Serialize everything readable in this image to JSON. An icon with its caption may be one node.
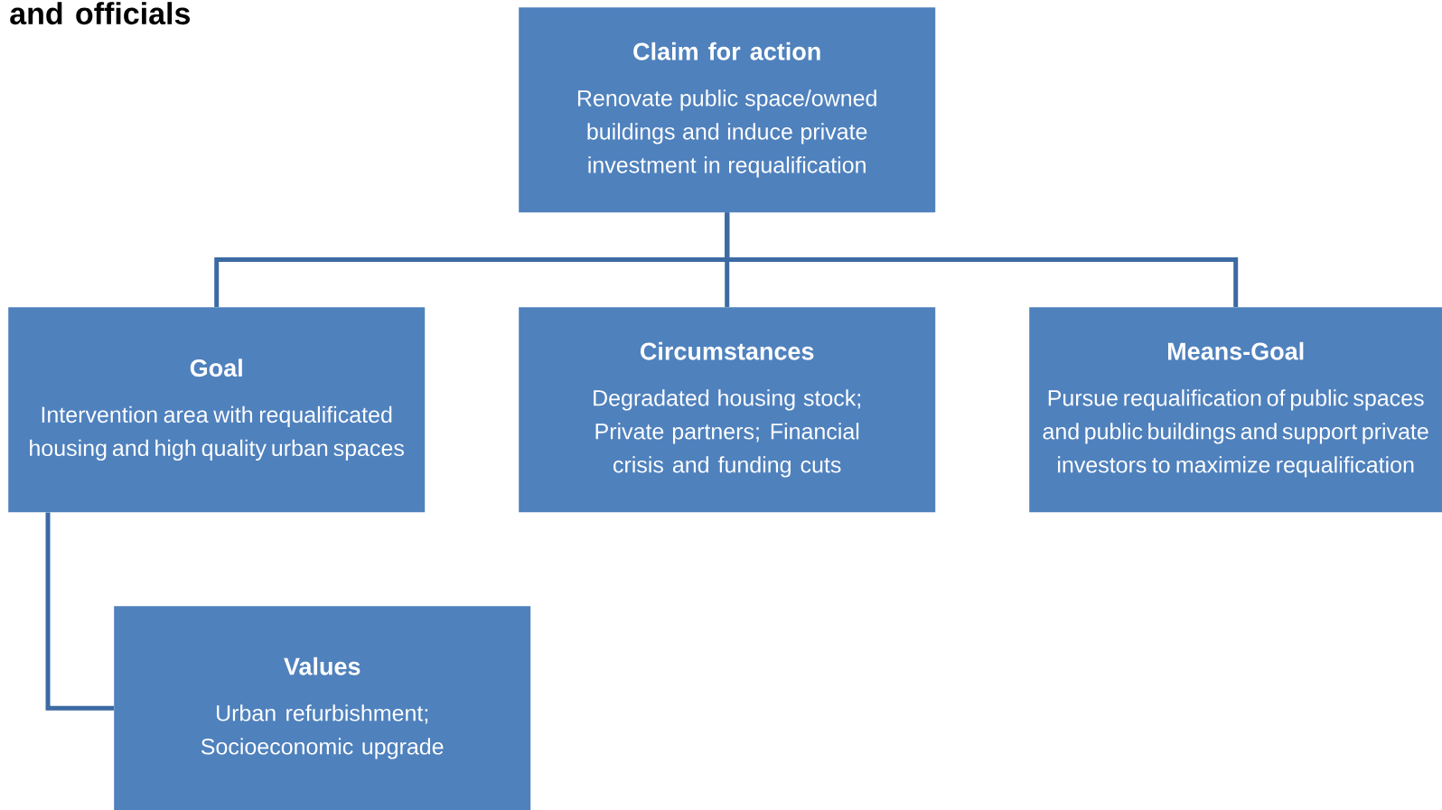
{
  "diagram": {
    "title": "and officials",
    "nodes": [
      {
        "text": [
          "Claim for action",
          "Renovate public space/owned buildings and induce private investment in requalification"
        ]
      },
      {
        "text": [
          "Goal",
          "Intervention area with requalificated housing and high quality urban spaces"
        ]
      },
      {
        "text": [
          "Circumstances",
          "Degradated housing stock; Private partners; Financial crisis and funding cuts"
        ]
      },
      {
        "text": [
          "Means-Goal",
          "Pursue requalification of public spaces and public buildings and support private investors to maximize requalification"
        ]
      },
      {
        "text": [
          "Values",
          "Urban refurbishment; Socioeconomic upgrade"
        ]
      }
    ],
    "edges": [
      {
        "from": 0,
        "to": 1,
        "arrow": "none"
      },
      {
        "from": 0,
        "to": 2,
        "arrow": "none"
      },
      {
        "from": 0,
        "to": 3,
        "arrow": "none"
      },
      {
        "from": 1,
        "to": 4,
        "arrow": "none"
      }
    ]
  }
}
